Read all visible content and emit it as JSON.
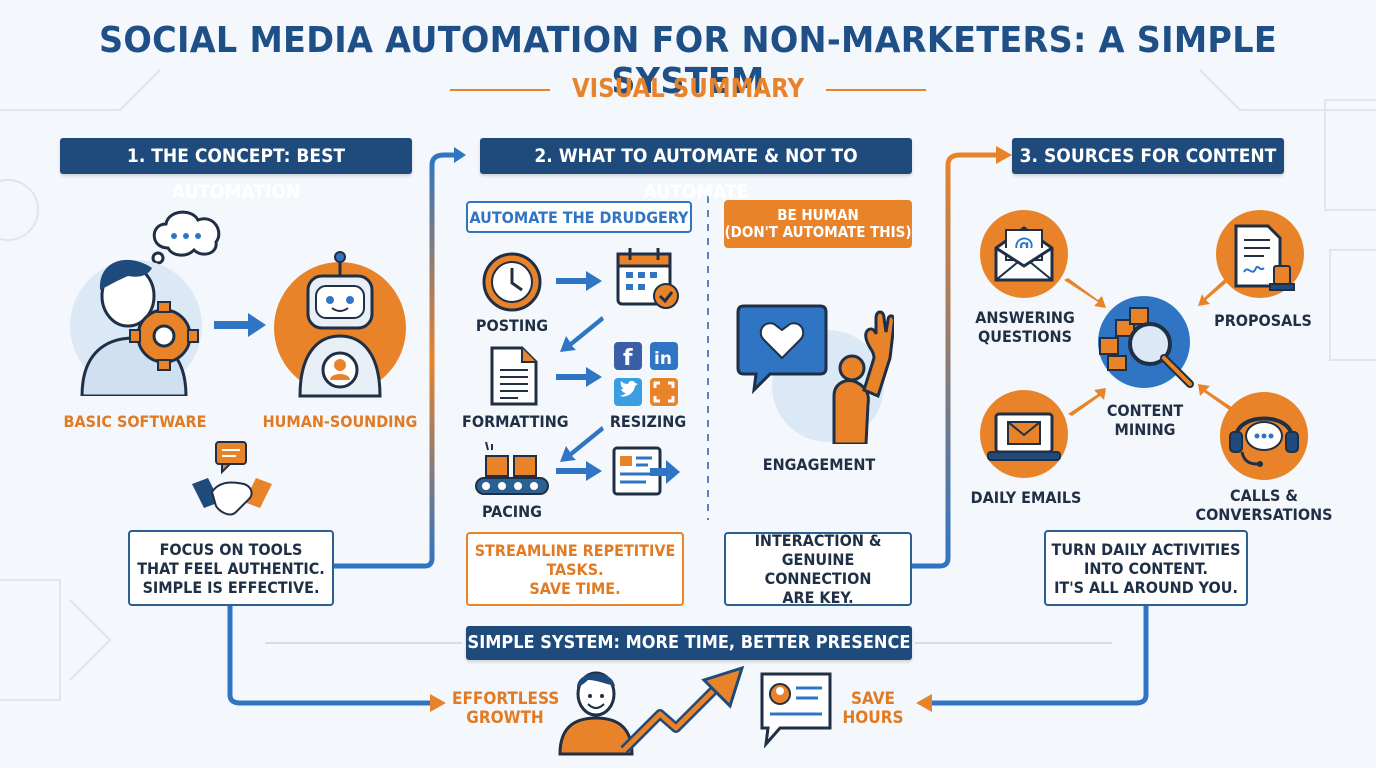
{
  "title": "SOCIAL MEDIA AUTOMATION FOR NON-MARKETERS: A SIMPLE SYSTEM",
  "subtitle": "VISUAL SUMMARY",
  "section1": {
    "header": "1. THE CONCEPT: BEST AUTOMATION",
    "label_left": "BASIC SOFTWARE",
    "label_right": "HUMAN-SOUNDING",
    "note_lines": [
      "FOCUS ON TOOLS",
      "THAT FEEL AUTHENTIC.",
      "SIMPLE IS EFFECTIVE."
    ]
  },
  "section2": {
    "header": "2. WHAT TO AUTOMATE & NOT TO AUTOMATE",
    "automate_title": "AUTOMATE THE DRUDGERY",
    "human_title_lines": [
      "BE HUMAN",
      "(DON'T AUTOMATE THIS)"
    ],
    "posting": "POSTING",
    "formatting": "FORMATTING",
    "resizing": "RESIZING",
    "pacing": "PACING",
    "engagement": "ENGAGEMENT",
    "streamline_lines": [
      "STREAMLINE REPETITIVE",
      "TASKS.",
      "SAVE TIME."
    ],
    "interaction_lines": [
      "INTERACTION &",
      "GENUINE CONNECTION",
      "ARE KEY."
    ]
  },
  "section3": {
    "header": "3. SOURCES FOR CONTENT",
    "answering_lines": [
      "ANSWERING",
      "QUESTIONS"
    ],
    "proposals": "PROPOSALS",
    "content_mining_lines": [
      "CONTENT",
      "MINING"
    ],
    "daily_emails": "DAILY EMAILS",
    "calls_lines": [
      "CALLS &",
      "CONVERSATIONS"
    ],
    "note_lines": [
      "TURN DAILY ACTIVITIES",
      "INTO CONTENT.",
      "IT'S ALL AROUND YOU."
    ]
  },
  "bottom": {
    "banner": "SIMPLE SYSTEM: MORE TIME, BETTER PRESENCE",
    "effortless_lines": [
      "EFFORTLESS",
      "GROWTH"
    ],
    "save_lines": [
      "SAVE",
      "HOURS"
    ]
  },
  "colors": {
    "navy": "#1e4a7c",
    "orange": "#e8832a",
    "blue": "#2f75c4",
    "light_blue": "#dbe9f7"
  }
}
